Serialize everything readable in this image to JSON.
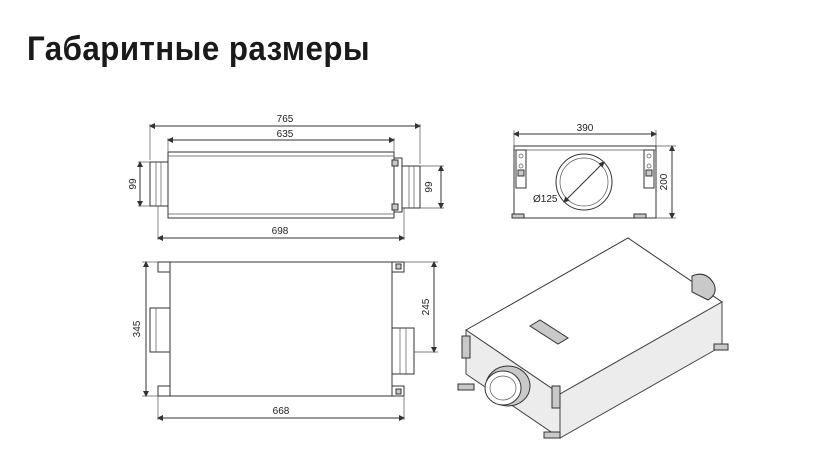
{
  "title": "Габаритные размеры",
  "front_view": {
    "dim_total_length": "765",
    "dim_body_length": "635",
    "dim_spigot_height_left": "99",
    "dim_spigot_height_right": "99",
    "dim_base_length": "698"
  },
  "side_view": {
    "dim_width": "390",
    "dim_height": "200",
    "dim_duct_diameter": "Ø125"
  },
  "top_view": {
    "dim_depth": "345",
    "dim_spigot_offset": "245",
    "dim_base_length": "668"
  }
}
